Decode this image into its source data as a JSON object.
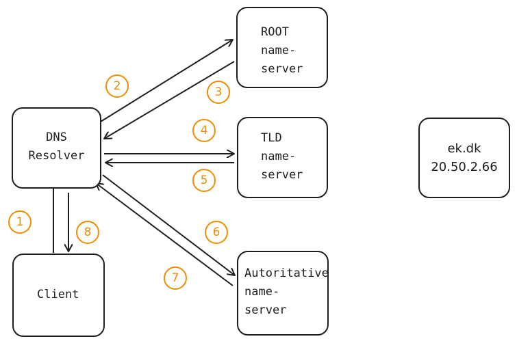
{
  "nodes": {
    "dns_resolver": "DNS\nResolver",
    "client": "Client",
    "root": "ROOT\nname-\nserver",
    "tld": "TLD\nname-\nserver",
    "authoritative": "Autoritative\nname-\nserver",
    "ek_dk": "ek.dk\n20.50.2.66"
  },
  "steps": [
    "1",
    "2",
    "3",
    "4",
    "5",
    "6",
    "7",
    "8"
  ],
  "colors": {
    "stroke": "#1e1e1e",
    "step": "#f08c00"
  }
}
